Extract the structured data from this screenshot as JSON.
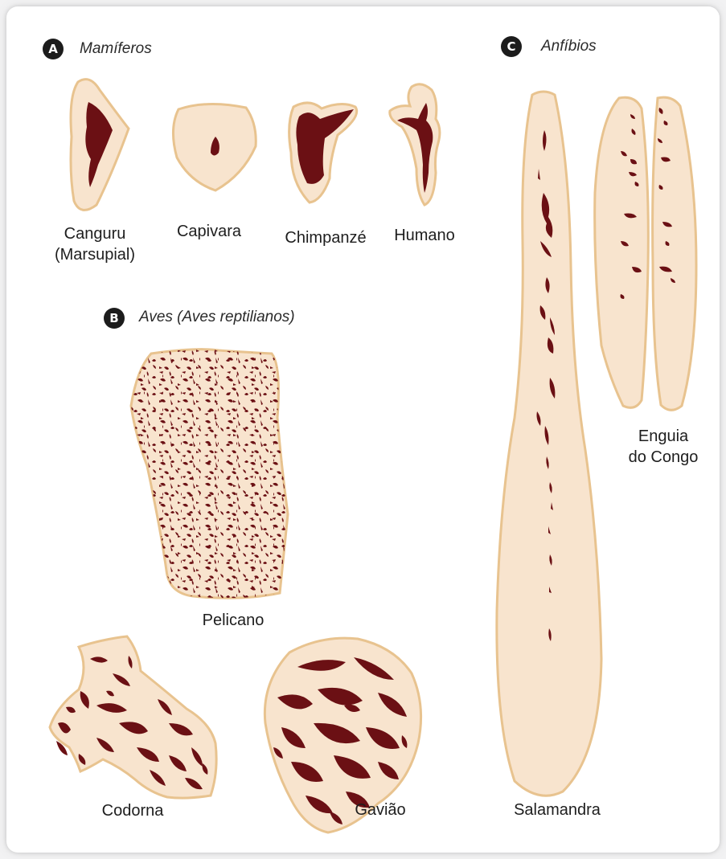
{
  "colors": {
    "bone_fill": "#f8e4ce",
    "bone_outline": "#e8c38f",
    "cavity": "#6b1014",
    "badge": "#1c1c1c"
  },
  "sections": {
    "A": {
      "letter": "A",
      "title": "Mamíferos"
    },
    "B": {
      "letter": "B",
      "title": "Aves (Aves reptilianos)"
    },
    "C": {
      "letter": "C",
      "title": "Anfíbios"
    }
  },
  "specimens": {
    "canguru": {
      "line1": "Canguru",
      "line2": "(Marsupial)"
    },
    "capivara": {
      "line1": "Capivara"
    },
    "chimpanze": {
      "line1": "Chimpanzé"
    },
    "humano": {
      "line1": "Humano"
    },
    "pelicano": {
      "line1": "Pelicano"
    },
    "codorna": {
      "line1": "Codorna"
    },
    "gaviao": {
      "line1": "Gavião"
    },
    "salamandra": {
      "line1": "Salamandra"
    },
    "enguia": {
      "line1": "Enguia",
      "line2": "do Congo"
    }
  }
}
